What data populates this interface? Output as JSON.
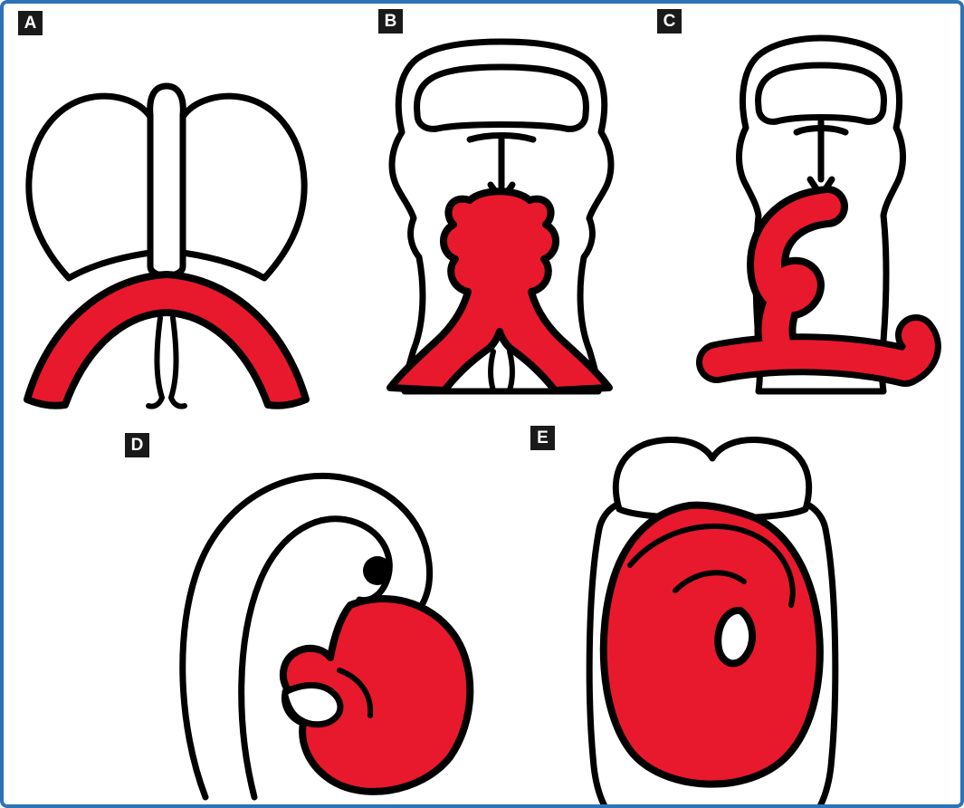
{
  "colors": {
    "red": "#e8192c",
    "outline": "#000000",
    "background": "#ffffff",
    "border_blue": "#2d73b7",
    "label_bg": "#1a1a1a",
    "label_text": "#ffffff"
  },
  "panels": [
    {
      "label": "A"
    },
    {
      "label": "B"
    },
    {
      "label": "C"
    },
    {
      "label": "D"
    },
    {
      "label": "E"
    }
  ]
}
